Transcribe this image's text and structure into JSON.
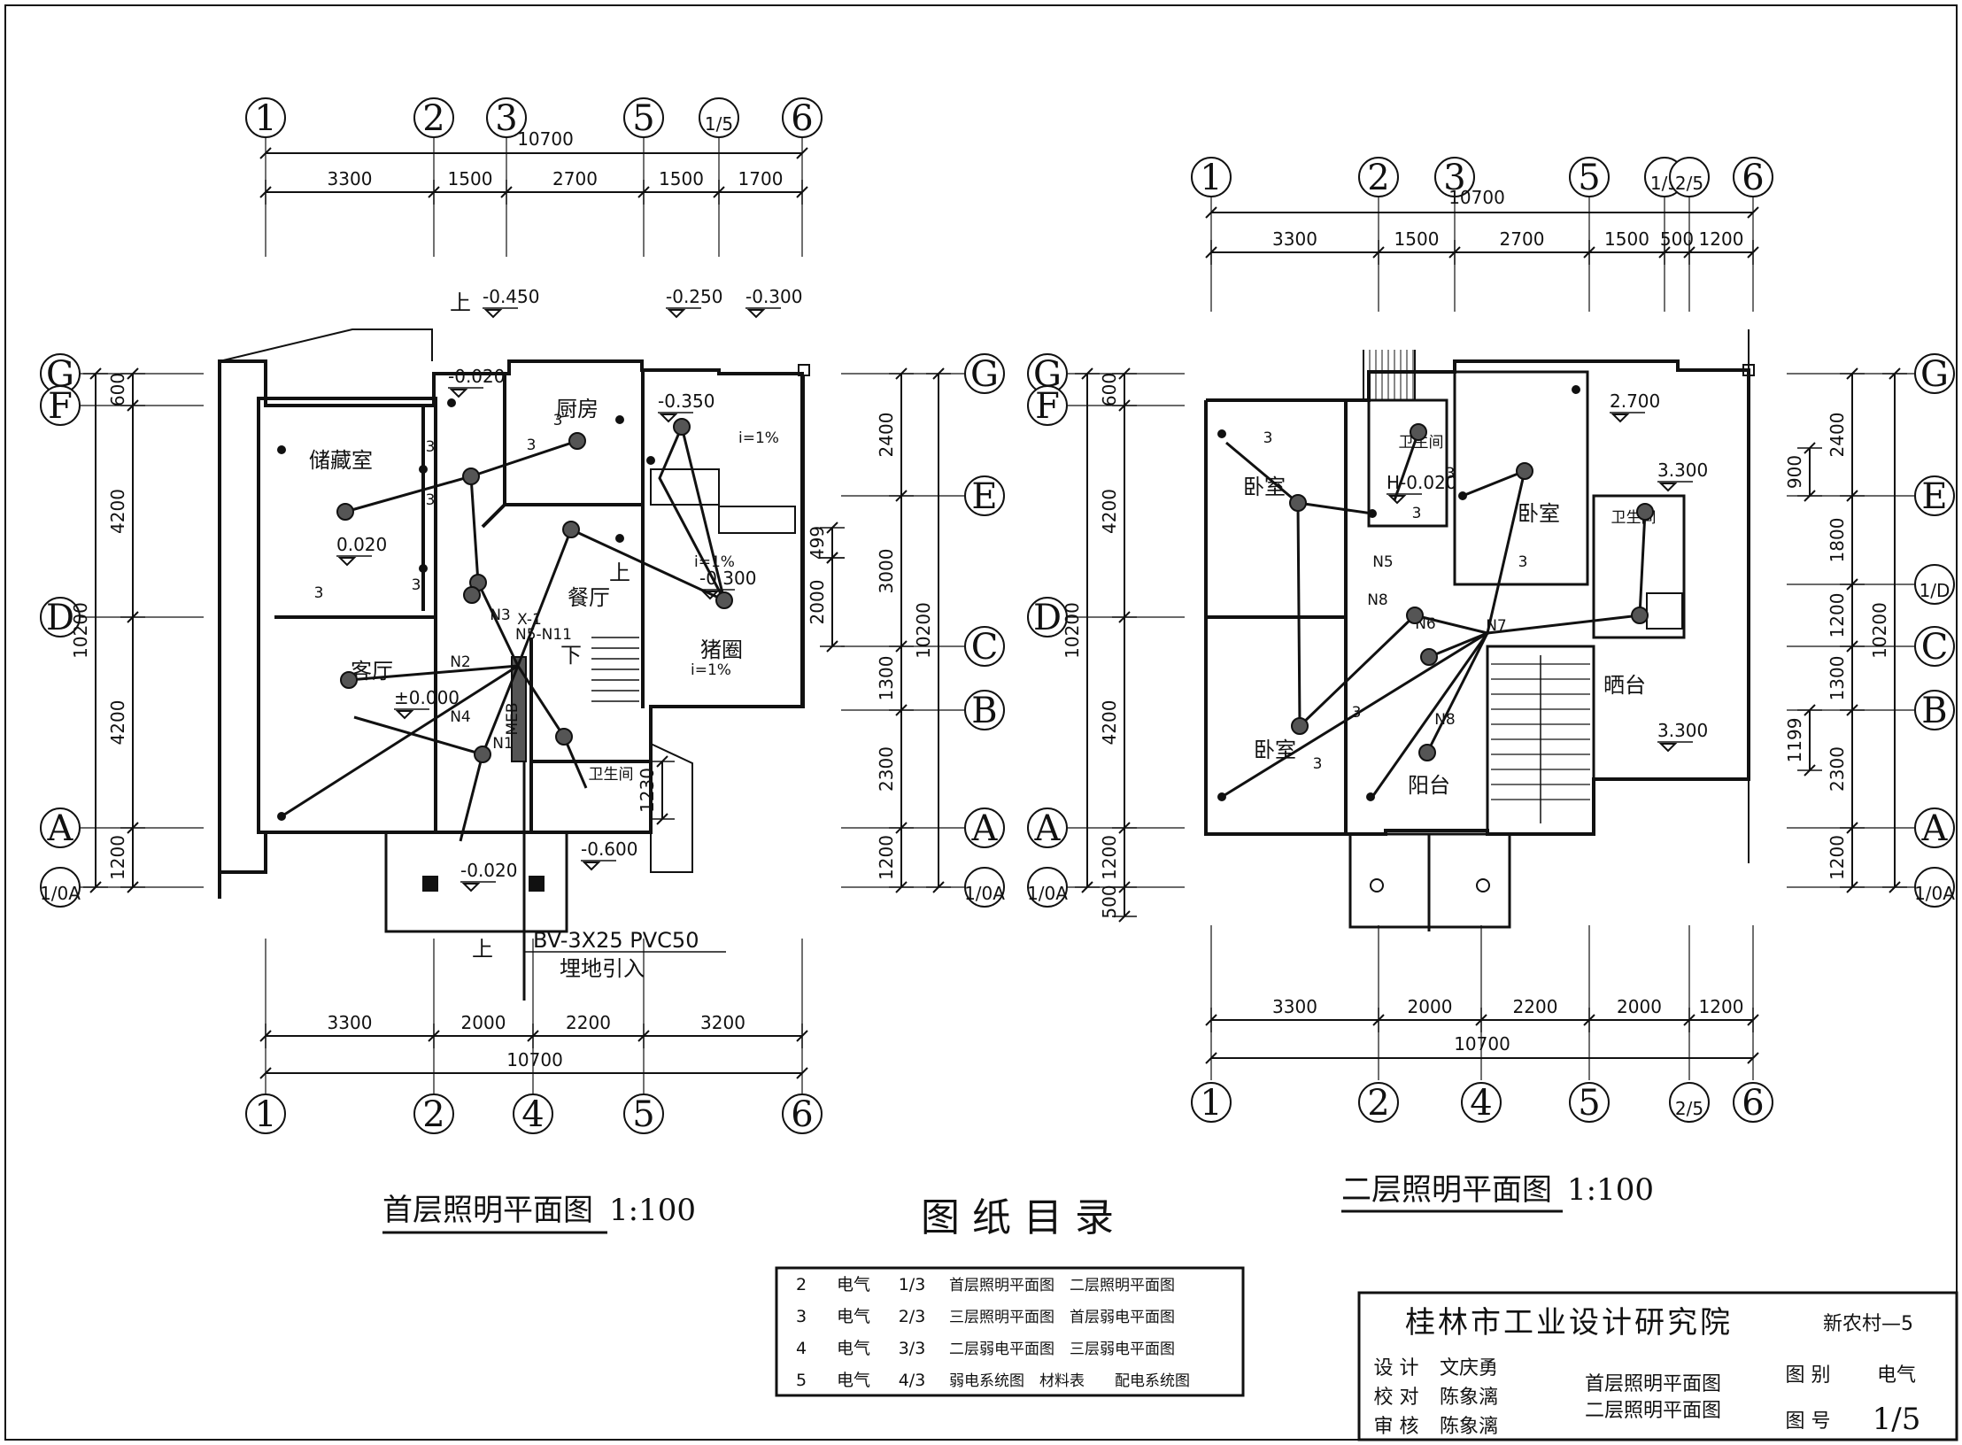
{
  "plan1": {
    "grid_top": [
      "1",
      "2",
      "3",
      "5",
      "1/5",
      "6"
    ],
    "grid_bottom": [
      "1",
      "2",
      "4",
      "5",
      "6"
    ],
    "grid_left": [
      "G",
      "F",
      "D",
      "A",
      "1/0A"
    ],
    "grid_right": [
      "G",
      "E",
      "C",
      "B",
      "A",
      "1/0A"
    ],
    "dims_top_total": "10700",
    "dims_top": [
      "3300",
      "1500",
      "2700",
      "1500",
      "1700"
    ],
    "dims_bottom": [
      "3300",
      "2000",
      "2200",
      "3200"
    ],
    "dims_bottom_total": "10700",
    "dims_left": [
      "600",
      "4200",
      "4200",
      "1200"
    ],
    "dims_left_total": "10200",
    "dims_right": [
      "2400",
      "3000",
      "1300",
      "2300",
      "1200"
    ],
    "dims_right_total": "10200",
    "dims_inner": [
      "499",
      "2000",
      "1230"
    ],
    "rooms": [
      "储藏室",
      "厨房",
      "餐厅",
      "客厅",
      "猪圈",
      "卫生间"
    ],
    "elevations": [
      "-0.450",
      "-0.250",
      "-0.300",
      "-0.020",
      "-0.350",
      "0.020",
      "±0.000",
      "-0.600",
      "-0.020",
      "-0.300"
    ],
    "slopes": [
      "i=1%",
      "i=1%",
      "i=1%"
    ],
    "circuit_labels": [
      "N1",
      "N2",
      "N3",
      "N4",
      "N5-N11",
      "X-1",
      "MEB"
    ],
    "stair_labels": [
      "上",
      "上",
      "下",
      "上"
    ],
    "cable_spec": "BV-3X25 PVC50",
    "cable_note": "埋地引入",
    "title": "首层照明平面图",
    "scale": "1:100"
  },
  "plan2": {
    "grid_top": [
      "1",
      "2",
      "3",
      "5",
      "1/5",
      "2/5",
      "6"
    ],
    "grid_bottom": [
      "1",
      "2",
      "4",
      "5",
      "2/5",
      "6"
    ],
    "grid_left": [
      "G",
      "F",
      "D",
      "A",
      "1/0A"
    ],
    "grid_right": [
      "G",
      "E",
      "1/D",
      "C",
      "B",
      "A",
      "1/0A"
    ],
    "dims_top_total": "10700",
    "dims_top": [
      "3300",
      "1500",
      "2700",
      "1500",
      "500",
      "1200"
    ],
    "dims_bottom": [
      "3300",
      "2000",
      "2200",
      "2000",
      "1200"
    ],
    "dims_bottom_total": "10700",
    "dims_left": [
      "600",
      "4200",
      "4200",
      "1200",
      "500"
    ],
    "dims_left_total": "10200",
    "dims_right": [
      "2400",
      "1800",
      "1200",
      "1300",
      "2300",
      "1200"
    ],
    "dims_right_total": "10200",
    "dims_inner": [
      "900",
      "1199"
    ],
    "rooms": [
      "卧室",
      "卫生间",
      "卧室",
      "卫生间",
      "卧室",
      "晒台",
      "阳台"
    ],
    "elevations": [
      "2.700",
      "3.300",
      "3.300",
      "H-0.020"
    ],
    "circuit_labels": [
      "N5",
      "N6",
      "N7",
      "N8",
      "N8"
    ],
    "title": "二层照明平面图",
    "scale": "1:100"
  },
  "catalog": {
    "title": "图纸目录",
    "rows": [
      {
        "no": "2",
        "type": "电气",
        "sheet": "1/3",
        "content": "首层照明平面图　二层照明平面图"
      },
      {
        "no": "3",
        "type": "电气",
        "sheet": "2/3",
        "content": "三层照明平面图　首层弱电平面图"
      },
      {
        "no": "4",
        "type": "电气",
        "sheet": "3/3",
        "content": "二层弱电平面图　三层弱电平面图"
      },
      {
        "no": "5",
        "type": "电气",
        "sheet": "4/3",
        "content": "弱电系统图　材料表　　配电系统图"
      }
    ]
  },
  "title_block": {
    "institute": "桂林市工业设计研究院",
    "project": "新农村—5",
    "roles": [
      {
        "role": "设 计",
        "name": "文庆勇"
      },
      {
        "role": "校 对",
        "name": "陈象漓"
      },
      {
        "role": "审 核",
        "name": "陈象漓"
      }
    ],
    "drawing_names": [
      "首层照明平面图",
      "二层照明平面图"
    ],
    "category_label": "图 别",
    "category": "电气",
    "number_label": "图 号",
    "number": "1/5"
  }
}
